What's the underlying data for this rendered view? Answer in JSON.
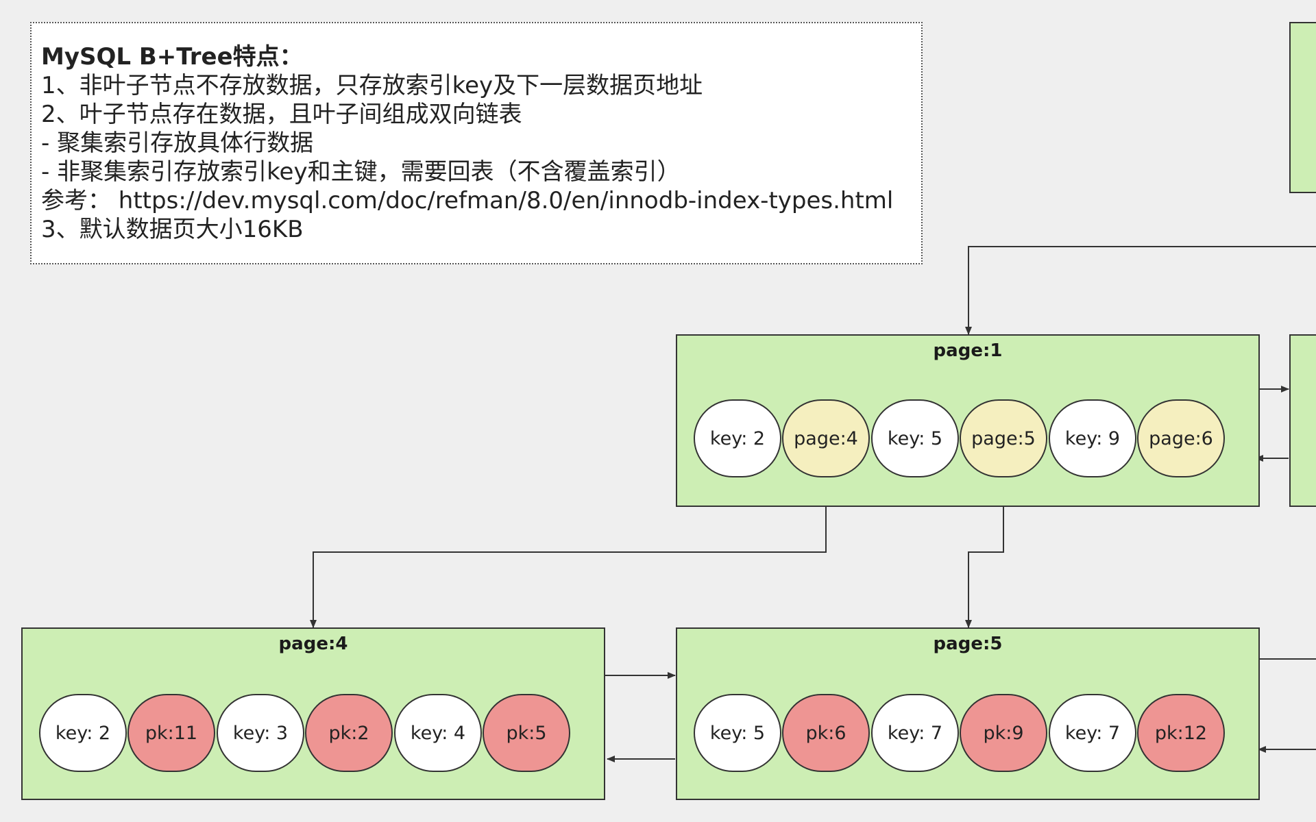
{
  "note": {
    "title": "MySQL B+Tree特点：",
    "lines": [
      "1、非叶子节点不存放数据，只存放索引key及下一层数据页地址",
      "2、叶子节点存在数据，且叶子间组成双向链表",
      "- 聚集索引存放具体行数据",
      "- 非聚集索引存放索引key和主键，需要回表（不含覆盖索引）",
      "参考： https://dev.mysql.com/doc/refman/8.0/en/innodb-index-types.html",
      "3、默认数据页大小16KB"
    ]
  },
  "pages": [
    {
      "id": "page1",
      "title": "page:1",
      "entries": [
        {
          "label": "key: 2",
          "kind": "key"
        },
        {
          "label": "page:4",
          "kind": "pointer"
        },
        {
          "label": "key: 5",
          "kind": "key"
        },
        {
          "label": "page:5",
          "kind": "pointer"
        },
        {
          "label": "key: 9",
          "kind": "key"
        },
        {
          "label": "page:6",
          "kind": "pointer"
        }
      ]
    },
    {
      "id": "page4",
      "title": "page:4",
      "entries": [
        {
          "label": "key: 2",
          "kind": "key"
        },
        {
          "label": "pk:11",
          "kind": "pk"
        },
        {
          "label": "key: 3",
          "kind": "key"
        },
        {
          "label": "pk:2",
          "kind": "pk"
        },
        {
          "label": "key: 4",
          "kind": "key"
        },
        {
          "label": "pk:5",
          "kind": "pk"
        }
      ]
    },
    {
      "id": "page5",
      "title": "page:5",
      "entries": [
        {
          "label": "key: 5",
          "kind": "key"
        },
        {
          "label": "pk:6",
          "kind": "pk"
        },
        {
          "label": "key: 7",
          "kind": "key"
        },
        {
          "label": "pk:9",
          "kind": "pk"
        },
        {
          "label": "key: 7",
          "kind": "key"
        },
        {
          "label": "pk:12",
          "kind": "pk"
        }
      ]
    }
  ],
  "colors": {
    "background": "#efefef",
    "page_fill": "#cdeeb4",
    "key_fill": "#ffffff",
    "pointer_fill": "#f5efbf",
    "pk_fill": "#ee9593",
    "line": "#333333"
  }
}
